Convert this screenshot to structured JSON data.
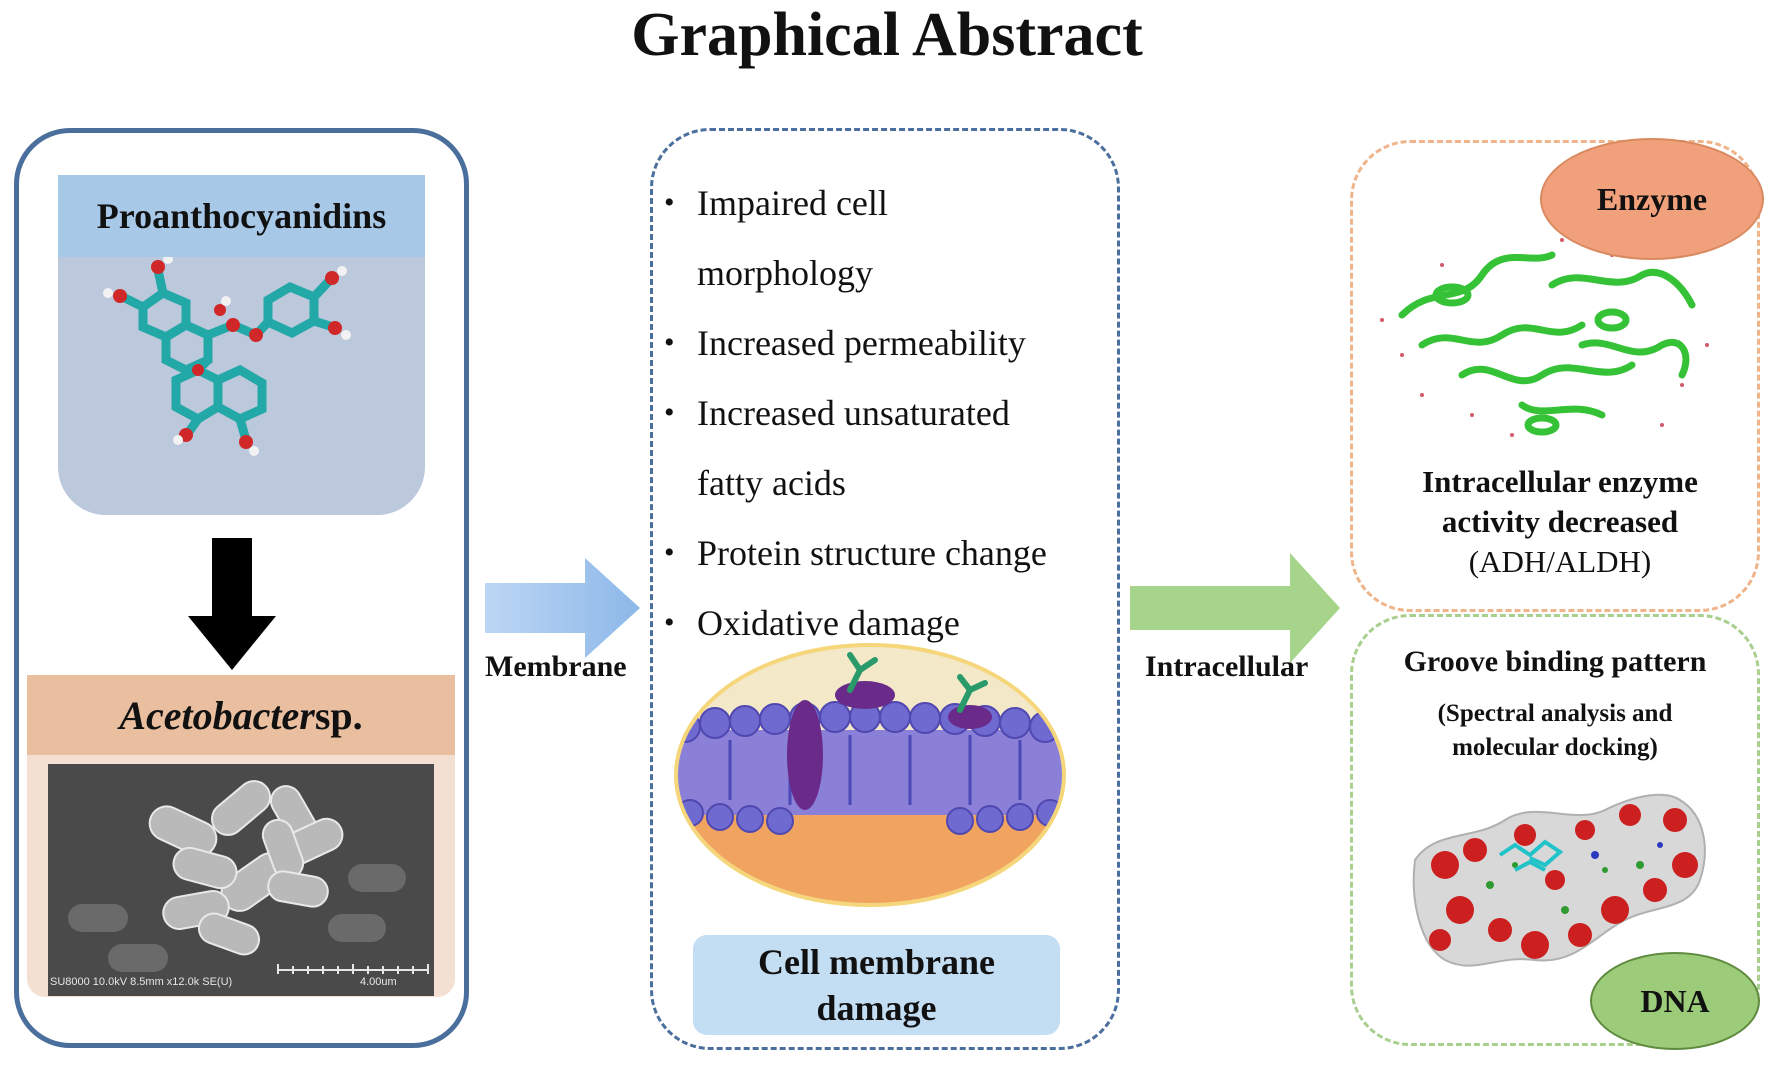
{
  "title": "Graphical Abstract",
  "left": {
    "compound_label": "Proanthocyanidins",
    "bacteria_label_italic": "Acetobacter",
    "bacteria_label_rest": " sp.",
    "sem_caption": "SU8000 10.0kV 8.5mm x12.0k SE(U)",
    "sem_scale": "4.00um"
  },
  "arrows": {
    "membrane_label": "Membrane",
    "intracellular_label": "Intracellular"
  },
  "middle": {
    "bullets": [
      "Impaired cell",
      "morphology",
      "Increased permeability",
      "Increased unsaturated",
      "fatty acids",
      "Protein structure change",
      "Oxidative damage"
    ],
    "result_line1": "Cell membrane",
    "result_line2": "damage"
  },
  "right": {
    "enzyme_label": "Enzyme",
    "enzyme_text_line1": "Intracellular enzyme",
    "enzyme_text_line2": "activity  decreased",
    "enzyme_text_line3": "(ADH/ALDH)",
    "dna_title": "Groove binding pattern",
    "dna_sub_line1": "(Spectral analysis and",
    "dna_sub_line2": "molecular docking)",
    "dna_label": "DNA"
  },
  "colors": {
    "left_border": "#4a6f9c",
    "enzyme_orange": "#f0a07a",
    "dna_green": "#9ccc7a",
    "arrow_blue": "#a8c8ee",
    "arrow_green": "#a6d48a"
  }
}
